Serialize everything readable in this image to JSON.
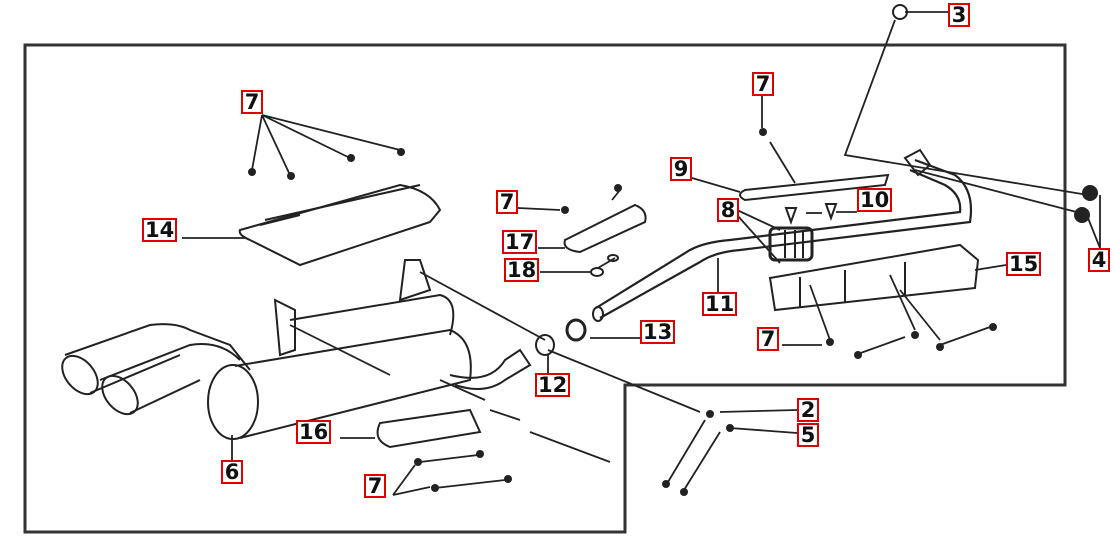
{
  "diagram": {
    "type": "exploded parts diagram",
    "accent_color": "#e00000",
    "callouts": [
      {
        "id": "c3",
        "text": "3"
      },
      {
        "id": "c7a",
        "text": "7"
      },
      {
        "id": "c7b",
        "text": "7"
      },
      {
        "id": "c9",
        "text": "9"
      },
      {
        "id": "c7c",
        "text": "7"
      },
      {
        "id": "c8",
        "text": "8"
      },
      {
        "id": "c10",
        "text": "10"
      },
      {
        "id": "c14",
        "text": "14"
      },
      {
        "id": "c17",
        "text": "17"
      },
      {
        "id": "c18",
        "text": "18"
      },
      {
        "id": "c4",
        "text": "4"
      },
      {
        "id": "c15",
        "text": "15"
      },
      {
        "id": "c11",
        "text": "11"
      },
      {
        "id": "c13",
        "text": "13"
      },
      {
        "id": "c7d",
        "text": "7"
      },
      {
        "id": "c12",
        "text": "12"
      },
      {
        "id": "c2",
        "text": "2"
      },
      {
        "id": "c5",
        "text": "5"
      },
      {
        "id": "c16",
        "text": "16"
      },
      {
        "id": "c6",
        "text": "6"
      },
      {
        "id": "c7e",
        "text": "7"
      }
    ]
  }
}
